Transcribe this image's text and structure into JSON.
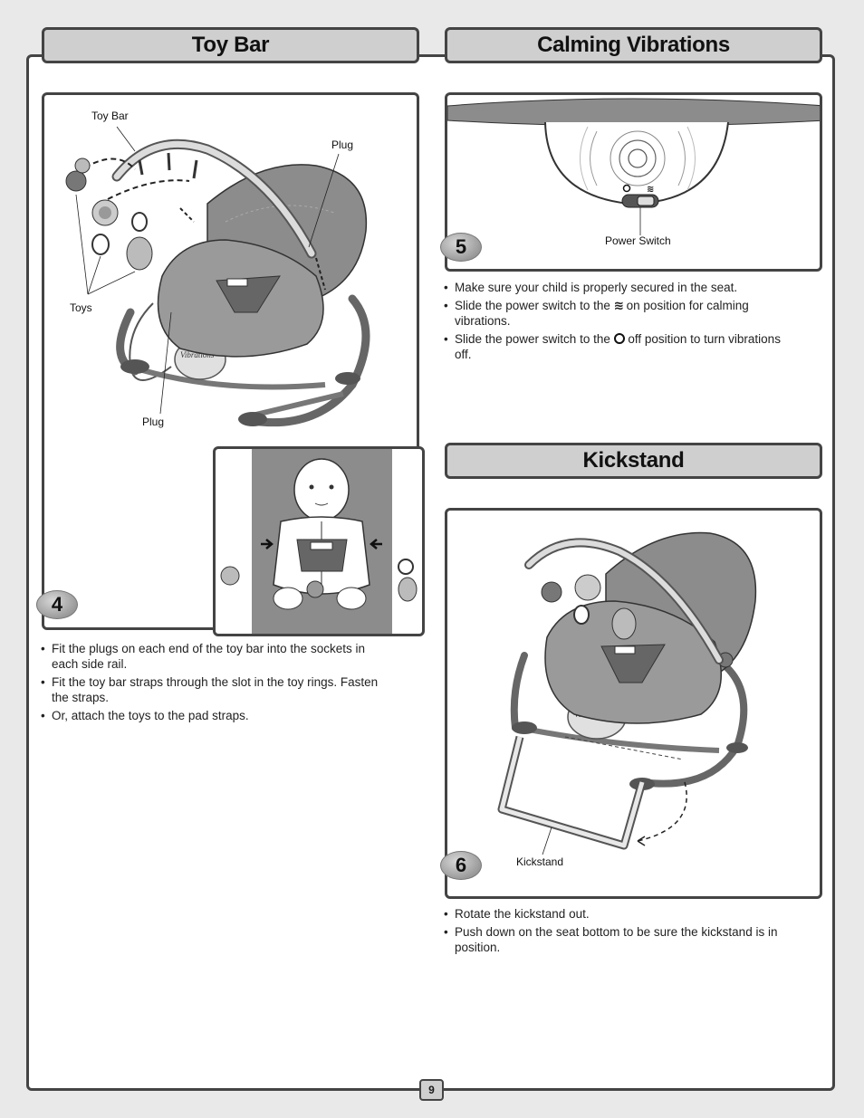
{
  "sections": {
    "toy_bar": {
      "title": "Toy Bar",
      "step": "4",
      "labels": {
        "toy_bar": "Toy Bar",
        "plug_top": "Plug",
        "toys": "Toys",
        "plug_bottom": "Plug"
      },
      "bullets": [
        "Fit the plugs on each end of the toy bar into the sockets in each side rail.",
        "Fit the toy bar straps through the slot in the toy rings. Fasten the straps.",
        "Or, attach the toys to the pad straps."
      ]
    },
    "calming_vibrations": {
      "title": "Calming Vibrations",
      "step": "5",
      "labels": {
        "power_switch": "Power Switch"
      },
      "bullets": {
        "b1": "Make sure your child is properly secured in the seat.",
        "b2_pre": "Slide the power switch to the ",
        "b2_post": " on position for calming vibrations.",
        "b3_pre": "Slide the power switch to the ",
        "b3_post": " off position to turn vibrations off."
      },
      "symbols": {
        "vibration": "≋"
      }
    },
    "kickstand": {
      "title": "Kickstand",
      "step": "6",
      "labels": {
        "kickstand": "Kickstand"
      },
      "bullets": [
        "Rotate the kickstand out.",
        "Push down on the seat bottom to be sure the kickstand is in position."
      ]
    }
  },
  "page_number": "9",
  "colors": {
    "frame": "#444444",
    "title_fill": "#cfcfcf",
    "seat_gray": "#8c8c8c",
    "background": "#e9e9e9"
  }
}
